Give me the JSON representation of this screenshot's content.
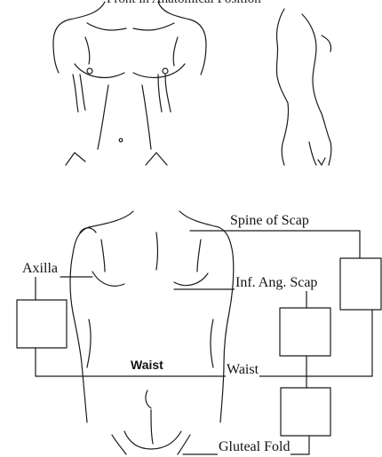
{
  "header": {
    "caption": "Front in Anatomical Position"
  },
  "labels": {
    "spine_of_scap": "Spine of Scap",
    "axilla": "Axilla",
    "inf_ang_scap": "Inf. Ang. Scap",
    "waist_bold": "Waist",
    "waist": "Waist",
    "gluteal_fold": "Gluteal Fold"
  },
  "colors": {
    "line": "#1a1a1a",
    "text": "#111111",
    "background": "#ffffff"
  }
}
